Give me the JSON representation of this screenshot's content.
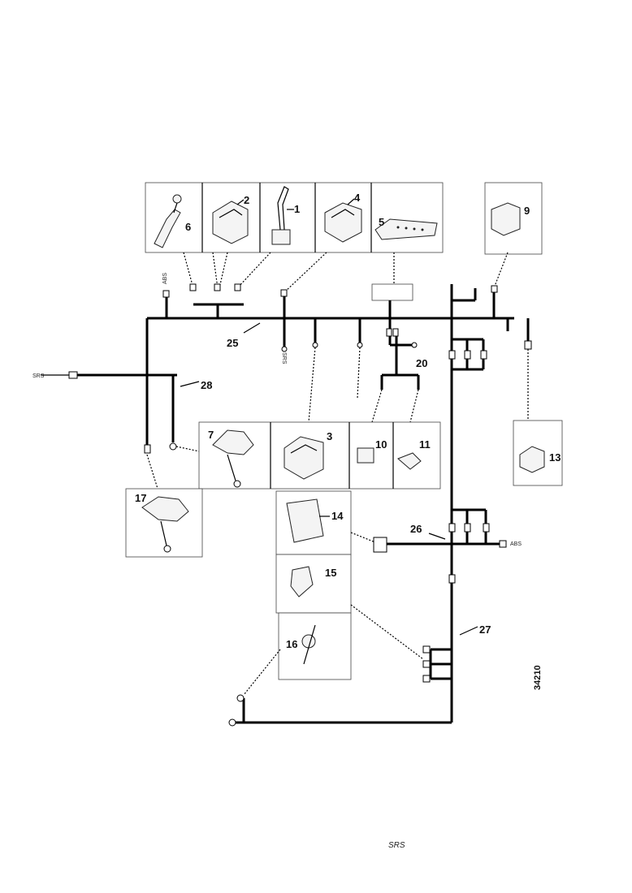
{
  "diagram": {
    "components": [
      {
        "id": "c6",
        "label": "6"
      },
      {
        "id": "c2",
        "label": "2"
      },
      {
        "id": "c1",
        "label": "1"
      },
      {
        "id": "c4",
        "label": "4"
      },
      {
        "id": "c5",
        "label": "5"
      },
      {
        "id": "c9",
        "label": "9"
      },
      {
        "id": "c7",
        "label": "7"
      },
      {
        "id": "c3",
        "label": "3"
      },
      {
        "id": "c10",
        "label": "10"
      },
      {
        "id": "c11",
        "label": "11"
      },
      {
        "id": "c13",
        "label": "13"
      },
      {
        "id": "c17",
        "label": "17"
      },
      {
        "id": "c14",
        "label": "14"
      },
      {
        "id": "c15",
        "label": "15"
      },
      {
        "id": "c16",
        "label": "16"
      }
    ],
    "harness_labels": {
      "h25": "25",
      "h20": "20",
      "h28": "28",
      "h26": "26",
      "h27": "27"
    },
    "connector_tags": {
      "abs_top": "ABS",
      "srs_mid": "SRS",
      "srs_left": "SRS",
      "abs_right": "ABS",
      "srs_bottom": "SRS"
    },
    "figure_number": "34210"
  }
}
